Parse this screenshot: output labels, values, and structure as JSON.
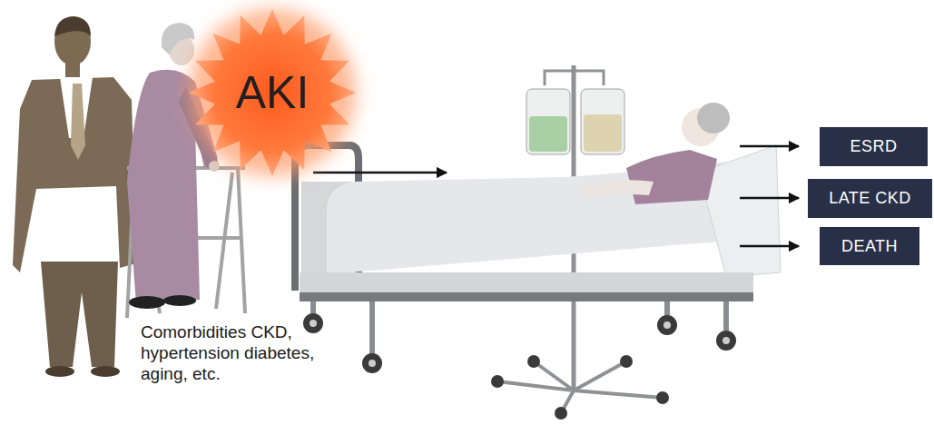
{
  "diagram": {
    "nodes": [
      {
        "text": [
          "AKI"
        ]
      },
      {
        "text": [
          "ESRD"
        ]
      },
      {
        "text": [
          "LATE CKD"
        ]
      },
      {
        "text": [
          "DEATH"
        ]
      }
    ],
    "labels": [
      "Comorbidities CKD, hypertension diabetes, aging, etc."
    ]
  }
}
